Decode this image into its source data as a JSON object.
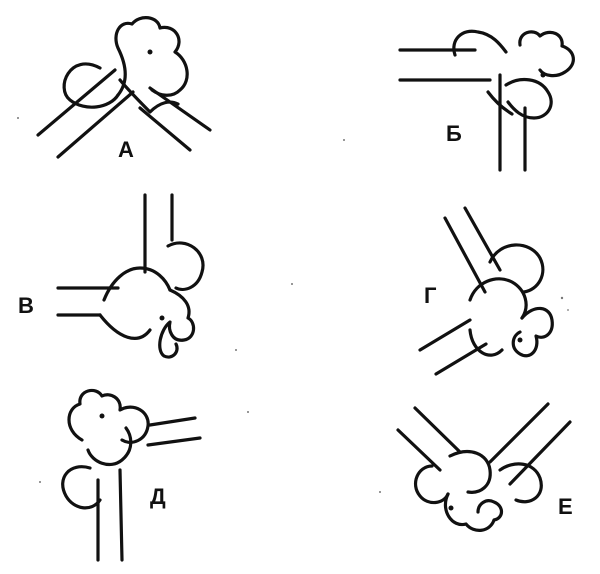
{
  "diagram": {
    "stroke_color": "#111111",
    "background": "#ffffff",
    "panels": [
      {
        "id": "A",
        "label": "А"
      },
      {
        "id": "B",
        "label": "Б"
      },
      {
        "id": "V",
        "label": "В"
      },
      {
        "id": "G",
        "label": "Г"
      },
      {
        "id": "D",
        "label": "Д"
      },
      {
        "id": "E",
        "label": "Е"
      }
    ]
  }
}
